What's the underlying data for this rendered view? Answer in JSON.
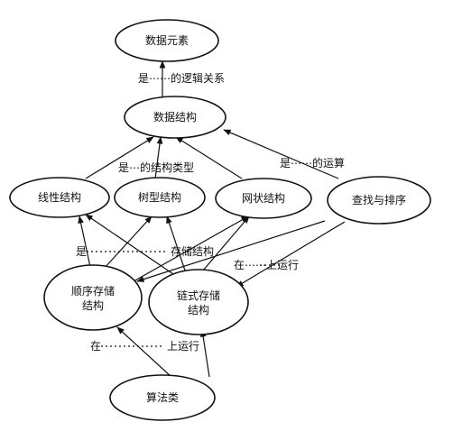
{
  "nodes": {
    "data_element": "数据元素",
    "data_structure": "数据结构",
    "linear": "线性结构",
    "tree": "树型结构",
    "network": "网状结构",
    "search_sort": "查找与排序",
    "sequential_line1": "顺序存储",
    "sequential_line2": "结构",
    "linked_line1": "链式存储",
    "linked_line2": "结构",
    "algorithm": "算法类"
  },
  "labels": {
    "logic_relation": "是⋯⋯的逻辑关系",
    "structure_type": "是⋯的结构类型",
    "operation": "是⋯⋯的运算",
    "storage_left": "是",
    "storage_right": "存储结构",
    "run_on_storage": "在⋯⋯上运行",
    "run_on_algorithm_left": "在",
    "run_on_algorithm_right": "上运行"
  }
}
